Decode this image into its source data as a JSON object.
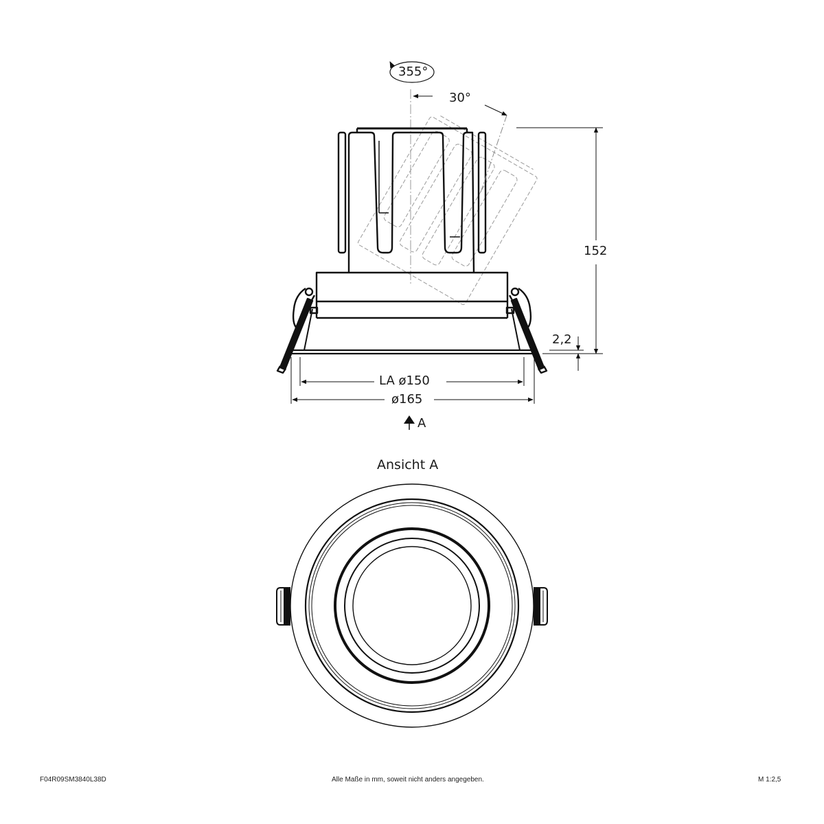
{
  "side_view": {
    "rotation_label": "355°",
    "tilt_label": "30°",
    "height_label": "152",
    "flange_label": "2,2",
    "cutout_label": "LA ø150",
    "diameter_label": "ø165",
    "view_marker_label": "A"
  },
  "front_view": {
    "title": "Ansicht A"
  },
  "footer": {
    "article_number": "F04R09SM3840L38D",
    "note": "Alle Maße in mm, soweit nicht anders angegeben.",
    "scale": "M 1:2,5"
  },
  "colors": {
    "line": "#111111",
    "hidden_line": "#9a9a9a",
    "background": "#ffffff"
  }
}
